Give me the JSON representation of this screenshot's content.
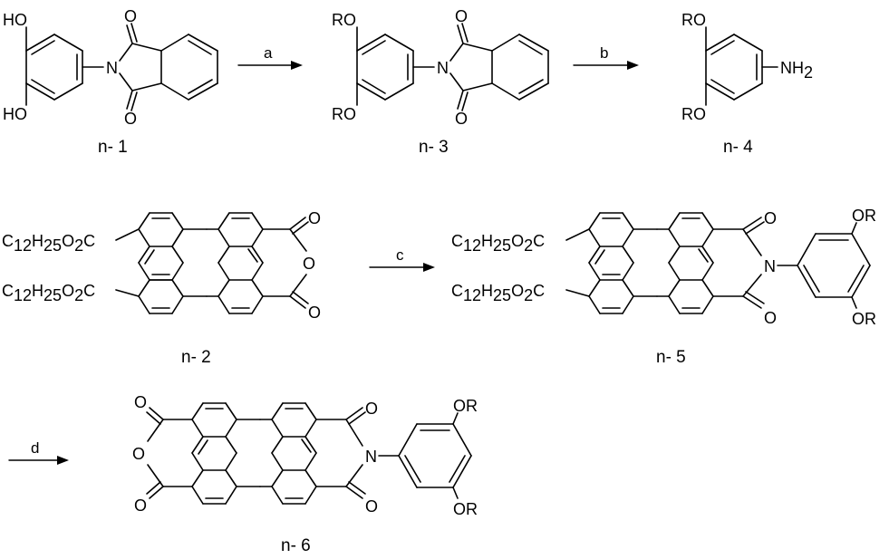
{
  "scheme": {
    "compounds": {
      "n1": {
        "label": "n- 1",
        "substituent_top": "HO",
        "substituent_bottom": "HO",
        "hetero_N": "N",
        "oxygen_top": "O",
        "oxygen_bottom": "O"
      },
      "n3": {
        "label": "n- 3",
        "substituent_top": "RO",
        "substituent_bottom": "RO",
        "hetero_N": "N",
        "oxygen_top": "O",
        "oxygen_bottom": "O"
      },
      "n4": {
        "label": "n- 4",
        "substituent_top": "RO",
        "substituent_bottom": "RO",
        "amine": "NH",
        "amine_sub": "2"
      },
      "n2": {
        "label": "n- 2",
        "ester_main": "C",
        "ester_sub1": "12",
        "ester_mid": "H",
        "ester_sub2": "25",
        "ester_o": "O",
        "ester_sub3": "2",
        "ester_c": "C",
        "oxygen_top": "O",
        "oxygen_ring": "O",
        "oxygen_bottom": "O"
      },
      "n5": {
        "label": "n- 5",
        "ester_main": "C",
        "ester_sub1": "12",
        "ester_mid": "H",
        "ester_sub2": "25",
        "ester_o": "O",
        "ester_sub3": "2",
        "ester_c": "C",
        "oxygen_top": "O",
        "hetero_N": "N",
        "oxygen_bottom": "O",
        "substituent_top": "OR",
        "substituent_bottom": "OR"
      },
      "n6": {
        "label": "n- 6",
        "oxygen_top_left": "O",
        "oxygen_ring": "O",
        "oxygen_bottom_left": "O",
        "oxygen_top_right": "O",
        "hetero_N": "N",
        "oxygen_bottom_right": "O",
        "substituent_top": "OR",
        "substituent_bottom": "OR"
      }
    },
    "steps": {
      "a": "a",
      "b": "b",
      "c": "c",
      "d": "d"
    }
  }
}
